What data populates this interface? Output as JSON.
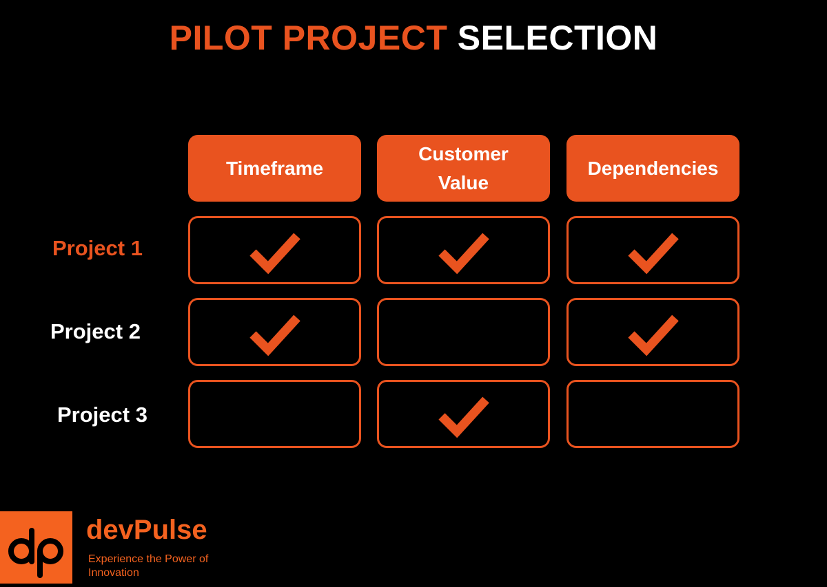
{
  "title": {
    "accent": "PILOT PROJECT",
    "rest": "SELECTION"
  },
  "columns": [
    "Timeframe",
    "Customer Value",
    "Dependencies"
  ],
  "rows": [
    {
      "label": "Project 1",
      "checks": [
        true,
        true,
        true
      ],
      "highlight": true
    },
    {
      "label": "Project 2",
      "checks": [
        true,
        false,
        true
      ],
      "highlight": false
    },
    {
      "label": "Project 3",
      "checks": [
        false,
        true,
        false
      ],
      "highlight": false
    }
  ],
  "colors": {
    "accent": "#e9531f",
    "background": "#000000",
    "text": "#ffffff"
  },
  "brand": {
    "logo_text": "dp",
    "name": "devPulse",
    "tagline": "Experience the Power of Innovation"
  }
}
